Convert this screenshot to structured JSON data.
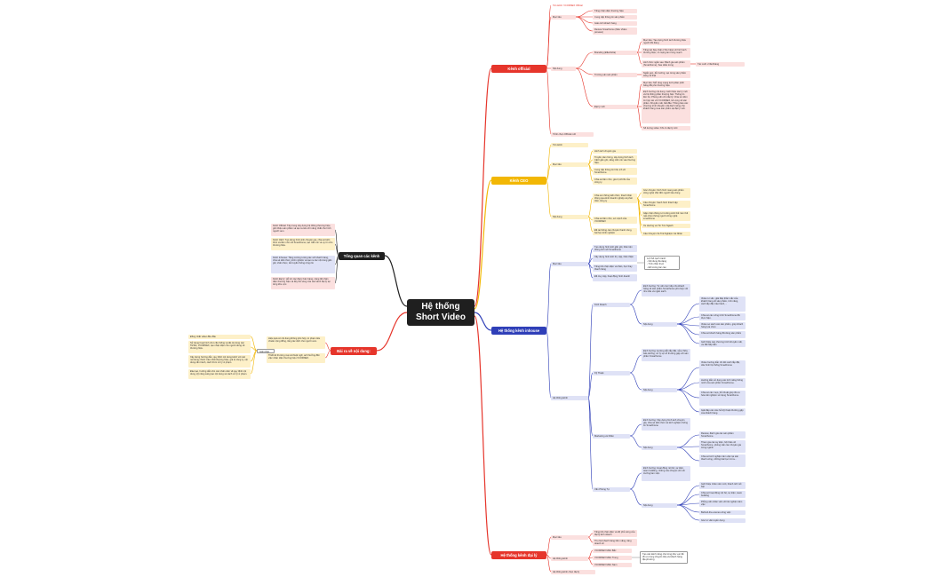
{
  "root": {
    "title": "Hệ thống\nShort Video"
  },
  "colors": {
    "red": "#e6352b",
    "yellow": "#f2b705",
    "blue": "#2f3fb8",
    "dark": "#1f1f1f",
    "red_light": "#fbe0df",
    "yellow_light": "#fdf0c8",
    "blue_light": "#dfe2f6"
  },
  "branches": [
    {
      "label": "Kênh official"
    },
    {
      "label": "Kênh CEO"
    },
    {
      "label": "Hệ thống kênh inhouse"
    },
    {
      "label": "Hệ thống kênh đại lý"
    },
    {
      "label": "Tổng quan các kênh"
    },
    {
      "label": "Bài ra về nội dung:"
    }
  ],
  "official": [
    "Tên kênh: VCORNEX Official",
    "Mục tiêu",
    "Tăng nhận diện thương hiệu",
    "Cung cấp thông tin sản phẩm",
    "Giáo tính khách hàng",
    "Review Smarthome (Nếu Video preview)",
    "Nội dung",
    "Branding (Đầu/Giữa)",
    "Mục tiêu: Tạo dựng hình ảnh thương hiệu người dõi dàng",
    "Tăng tác bày nhận (Yếu hiệu) về hình ảnh thương hiệu, có mạng lan trong mạnh",
    "Hình thức ngắn sau: Bảnh gia sản phẩm (Smarthome), Sau Hiểu trong",
    "Tác cuối: 2 lần/tháng",
    "Trường sản sản phẩm",
    "Ngắn gọn, dễ trường, tạo trong sản phẩm sảng và thật",
    "Đại lý mới",
    "Mục tiêu: Mở rộng mạng lưới phân phối bằng đối phú thương hiệu",
    "Định hướng nội dung:\nGiới thiệu các lý mới và hệ thống phân thương bậc.\nThông tin liên hệ. Phòng vấn chủ đại lý: Chia sẻ niềm tin hợp tác với VCORNEX, kế vọng về sản phẩm.\nKhuyến mãi, bắt đầu: Thông báo các chương trình khuyến mãi dành riêng cho khách hàng mua sản phẩm tại đại lý mới.",
    "Số lượng video: Khi có đại lý mới",
    "Tổnh chọn Official mới"
  ],
  "ceo": [
    "Tên kênh",
    "Mục tiêu",
    "Hình ảnh chuyên gia",
    "Truyền cảm hứng, xây dựng hình ảnh CEO gắn gũi, năng niềm tin vào thương hiệu.",
    "Cung cấp thông tin hữu ích về Smarthome.",
    "Chia sẻ tầm nhìn, giá trị cốt lõi của công ty.",
    "Nội dung",
    "Chia sẻ những kiến thức, thanh thận thông qua kinh doanh nghiệp và phát triển công ty",
    "Chia sẻ tầm nhìn, sứ mệnh của VCORNEX",
    "Đề tai thông các chuyên thanh công, bài học kinh nghiệm",
    "Góc chuyên: Kinh hình mang sản phẩm cũng nghệ Việt đến người tiêu dùng",
    "Câu chuyện: Sanh hình thành tập Smarthome",
    "Gặp nhận thông tư trường sinh thể: làm thế nào chọn thông người cũng nghệ smarthome",
    "Xu Hướng và Tín Tức Ngành",
    "Câu Chuyện Và Trải Nghiệm Cá Nhân"
  ],
  "inhouse": [
    "Mục tiêu",
    "Tạo dựng hình ảnh gần gũi, thân tiện thông tính với Smarthome",
    "Xây dựng hình ảnh thị, cập, thân thiện",
    "Tăng khi nhận diện và thân, học thay thanh hàng",
    "Đề truy cập, hoạt động hình doanh",
    "Lợi thế cạnh tranh:\n- Nội dung đa dạng\n- Tính chân thực\n- Đổ tương tác cao",
    "Hệ thống kênh",
    "Kinh Doanh",
    "Định hướng: Tư vấn trực tiếp cho khách hàng về sản phẩm Smarthome phù hợp với nhu cầu và ngân sách.",
    "Nội dung",
    "Video tư vấn, giải đáp thắc mắc của khách hàng về sản phẩm, tình năng, cách lắp đặt, bảo hành,...",
    "Chia sẻ các công trình Smarthome đã thực hiện.",
    "Video so sánh các sản phẩm, giúp khách hàng lựa chọn",
    "Chia sẻ khách hàng đã dùng sản phẩm",
    "Giới thiệu các chương trình khuyến mãi, ưu đãi hấp dẫn",
    "Kỹ Thuật",
    "Định hướng: Hướng dẫn lắp đặt, sửa chữa, bảo dưỡng, xử lý sự cố thường gặp với sản phẩm Smarthome",
    "Nội dung",
    "Video hướng dẫn chi tiết cách lắp đặt, cấu hình hệ thống Smarthome",
    "Hướng dẫn sử dụng các tính năng thông minh của sản phẩm Smarthome.",
    "Chia sẻ các mẹo, thủ thuật giúp tối ưu hóa trải nghiệm sử dụng Smarthome.",
    "Giải đáp các câu hỏi kỹ thuật thường gặp của khách hàng.",
    "Marketing và Nhân",
    "Định hướng: Xây dựng hình ảnh chuyên gia, chia sẻ kiến thức và kinh nghiệm thông tin Smarthome",
    "Nội dung",
    "Review, đánh giá các sản phẩm Smarthome.",
    "Tham gia các sự kiện, hội thảo về Smarthome, phỏng vấn các chuyên gia trong ngành",
    "Chia sẻ kinh nghiệm làm việc tại sản thanh công, những bài học rút ra...",
    "Văn Phòng Tự",
    "Định hướng: Hoạt động nội bộ, sự kiện, team building, những câu chuyện về môi trường làm việc.",
    "Nội dung",
    "Giới thiệu nhân viên mới, thành tích nổi bật",
    "Chia sẻ hoạt động nội bộ, sự kiện, team building",
    "Phỏng vấn nhân viên về trải nghiệm làm việc",
    "Behind-the-scenes công việc",
    "Góc tư vấn tuyển dụng"
  ],
  "dealer": [
    "Mục tiêu",
    "Tăng khi nhận diện và độ phủ sóng của đại lý kinh doanh",
    "Thu hút khách hàng tiềm năng, tăng doanh số",
    "Hệ thống kênh",
    "VCORNEX Miền Bắc",
    "VCORNEX Miền Trung",
    "VCORNEX Miền Nam",
    "Tạo các kênh riêng cho từng khu vực để tối ưu trong chuyên tiếp và khách hàng địa phương",
    "Hệ thống kênh chọn đại lý"
  ],
  "overview": [
    "Kênh Official: Tập trung xây dựng hệ thống thương hiệu, giới thiệu sản phẩm và tạo ra tiêu chí nâng nhất cho hình người xem.",
    "Kênh CEO: Tạo dựng hình ảnh chuyên gia, chia sẻ kiến thức và tầm nhìn về Smarthome, tạo niềm tin và uy tín cho thương hiệu.",
    "Kênh Inhouse: Tăng cường tương tác với khách hàng, chia sẻ kiến thức, kinh nghiệm và tạo ra các nội dung gần gũi, chân thực, dễ truyền thông rộng rãi.",
    "Kênh Đại lý: Hỗ trợ các đại lý bán hàng, nâng độ nhận diện thương hiệu và độ phủ sóng của các kênh đại lý tại từng khu vực."
  ],
  "content_issue": [
    "Hiệu quả có nội dung không phù hợp, lo phạm tiêu chuẩn cộng đồng, tăng tác dịch cho người xem.",
    "Thiết kế thương mại và thuật ngữ, anh hưởng đến việc nhận diện thương hiệu VCORNEX.",
    "Giải pháp",
    "Đồng nhất video đều đầu",
    "Sử dụng hoạt hình như cần thống và tất cả trong các TikTok, VCORNEX, tạo nhận diện cho người dùng về thương hiệu.",
    "Xây dựng hướng dẫn, quy định nội dung kênh với các nội dung chính: bản chất thương hiệu, giá trị công ty, nội dung cần tránh, cách thức xử lý vi phạm.",
    "Đào tạo, hướng dẫn cho các nhân viên về quy định nội dung, kỹ năng sáng tạo nội dung và cách xử lý vi phạm."
  ]
}
